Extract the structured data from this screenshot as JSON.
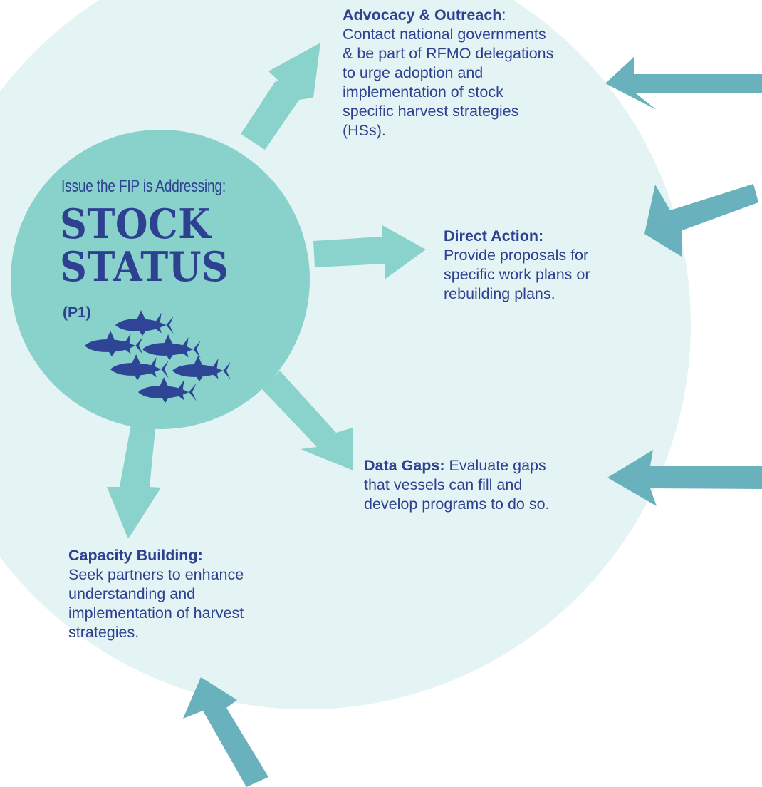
{
  "center": {
    "kicker": "Issue the FIP is Addressing:",
    "title_line1": "STOCK",
    "title_line2": "STATUS",
    "subtitle": "(P1)"
  },
  "nodes": {
    "advocacy": {
      "heading": "Advocacy & Outreach",
      "colon": ":",
      "lines": [
        "Contact national governments",
        "& be part of RFMO delegations",
        "to urge adoption and",
        "implementation of stock",
        "specific harvest strategies",
        "(HSs)."
      ]
    },
    "direct_action": {
      "heading": "Direct Action:",
      "lines": [
        "Provide proposals for",
        "specific work plans or",
        "rebuilding plans."
      ]
    },
    "data_gaps": {
      "heading": "Data Gaps:",
      "first_line_rest": " Evaluate gaps",
      "lines": [
        "that vessels can fill and",
        "develop programs to do so."
      ]
    },
    "capacity": {
      "heading": "Capacity Building:",
      "lines": [
        "Seek partners to enhance",
        "understanding and",
        "implementation of harvest",
        "strategies."
      ]
    }
  },
  "colors": {
    "background_circle": "#e4f3f3",
    "center_circle": "#89d1cb",
    "outward_arrow": "#8ad2cc",
    "inward_arrow": "#69b1bc",
    "text": "#2e4191",
    "fish": "#2e4596"
  }
}
